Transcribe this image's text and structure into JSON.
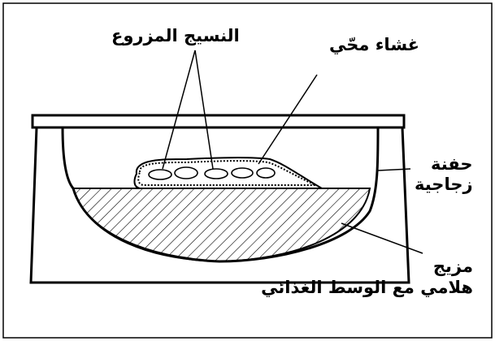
{
  "labels": {
    "tissue": "النسيج المزروع",
    "membrane": "غشاء محّي",
    "dish_line1": "حفنة",
    "dish_line2": "زجاجية",
    "mix_line1": "مزيج",
    "mix_line2": "هلامي مع الوسط الغذائي"
  }
}
